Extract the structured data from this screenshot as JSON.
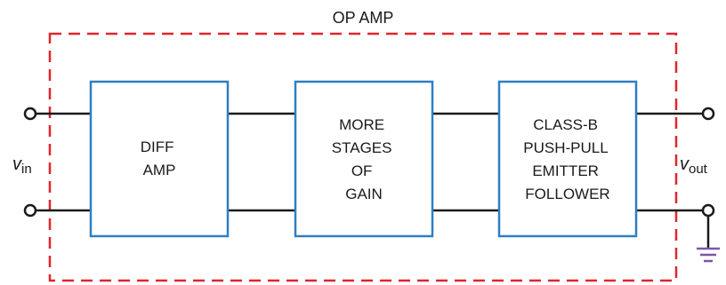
{
  "title": "OP AMP",
  "blocks": [
    {
      "id": "diff-amp",
      "lines": [
        "DIFF",
        "AMP"
      ]
    },
    {
      "id": "more-stages",
      "lines": [
        "MORE",
        "STAGES",
        "OF",
        "GAIN"
      ]
    },
    {
      "id": "class-b",
      "lines": [
        "CLASS-B",
        "PUSH-PULL",
        "EMITTER",
        "FOLLOWER"
      ]
    }
  ],
  "input_label": {
    "main": "v",
    "sub": "in"
  },
  "output_label": {
    "main": "v",
    "sub": "out"
  },
  "colors": {
    "dashed_border": "#e0252c",
    "block_border": "#2f7fc1",
    "wire": "#1a1a1a",
    "ground": "#7b57a6"
  }
}
